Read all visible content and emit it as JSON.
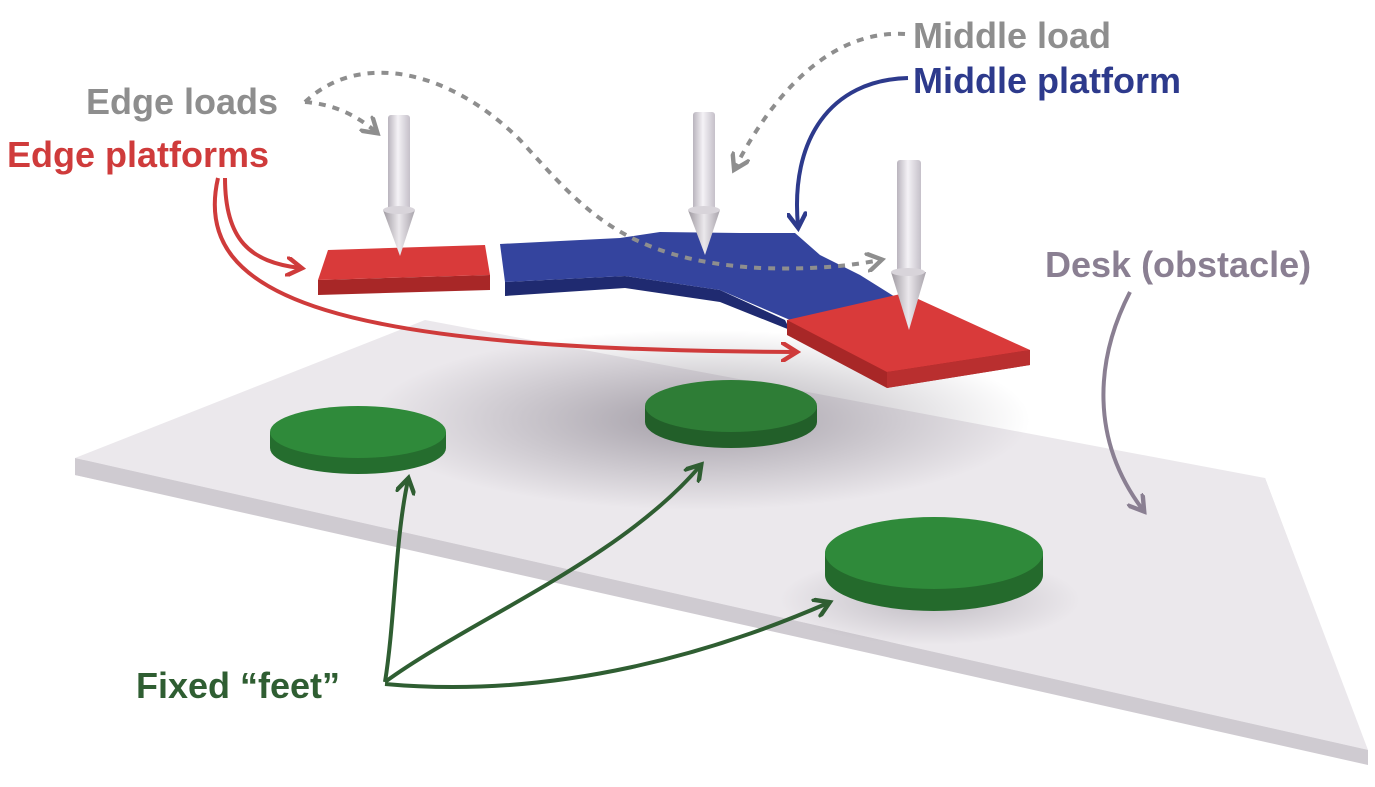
{
  "labels": {
    "middle_load": "Middle load",
    "middle_platform": "Middle platform",
    "edge_loads": "Edge loads",
    "edge_platforms": "Edge platforms",
    "desk": "Desk (obstacle)",
    "feet": "Fixed “feet”"
  },
  "colors": {
    "load_label": "#8e8e8e",
    "middle_platform": "#2d3a8c",
    "edge_platform": "#cf3b3b",
    "desk_label": "#8a7f92",
    "desk": "#e9e6ea",
    "feet": "#2f8a3a",
    "feet_label": "#2f5e32"
  }
}
